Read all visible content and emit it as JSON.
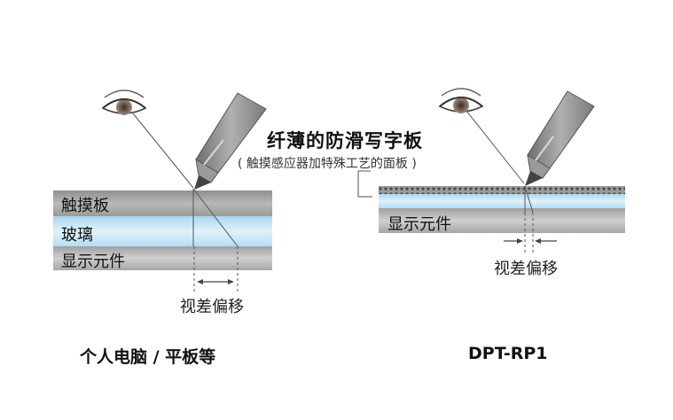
{
  "left_panel": {
    "layers": [
      "触摸板",
      "玻璃",
      "显示元件"
    ],
    "parallax_label": "视差偏移",
    "caption": "个人电脑 / 平板等"
  },
  "right_panel": {
    "title": "纤薄的防滑写字板",
    "subtitle": "( 触摸感应器加特殊工艺的面板 )",
    "layer": "显示元件",
    "parallax_label": "视差偏移",
    "caption": "DPT-RP1"
  },
  "colors": {
    "touch_panel": "#a9a9a9",
    "glass": "#bfe3f6",
    "display": "#b5b5b5",
    "pen_body": "#8e8e8e"
  },
  "icons": [
    "eye-icon",
    "pen-icon",
    "eye-icon",
    "pen-icon"
  ]
}
